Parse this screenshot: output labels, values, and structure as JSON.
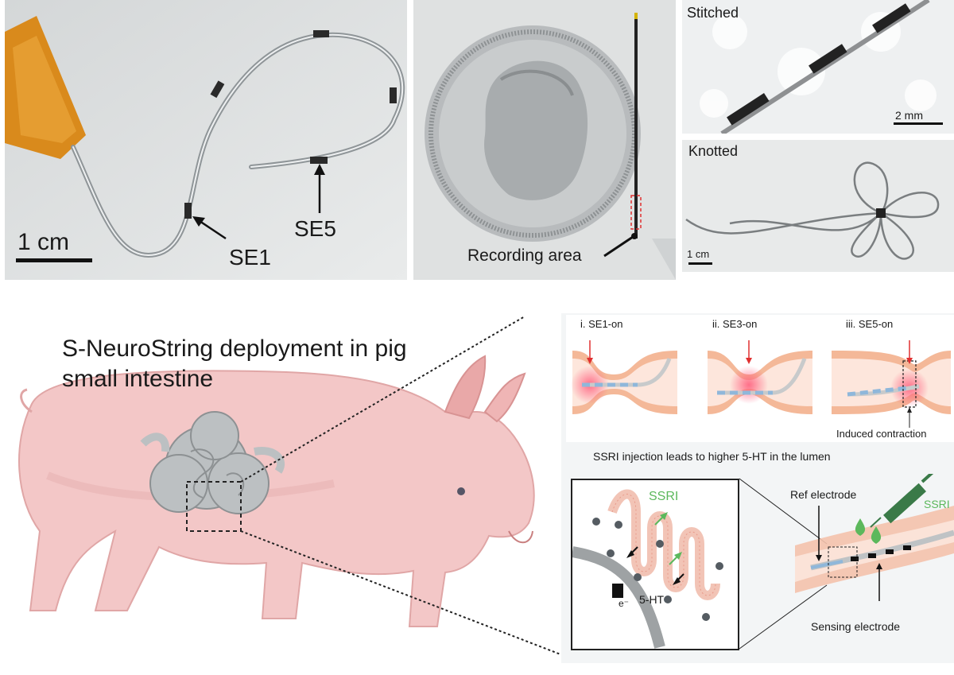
{
  "photo_a": {
    "scale_label": "1 cm",
    "se1": "SE1",
    "se5": "SE5"
  },
  "photo_b": {
    "recording_label": "Recording area"
  },
  "photo_c": {
    "stitched": "Stitched",
    "scale_label": "2 mm"
  },
  "photo_d": {
    "knotted": "Knotted",
    "scale_label": "1 cm"
  },
  "pig": {
    "title_line1": "S-NeuroString deployment in pig",
    "title_line2": "small intestine"
  },
  "contraction": {
    "steps": [
      "i. SE1-on",
      "ii. SE3-on",
      "iii. SE5-on"
    ],
    "note": "Induced contraction"
  },
  "ssri": {
    "heading": "SSRI injection leads to higher 5-HT in the lumen",
    "ssri_inset": "SSRI",
    "e_label": "e⁻",
    "ht_label": "5-HT",
    "ref_electrode": "Ref electrode",
    "ssri_syringe": "SSRI",
    "sensing_electrode": "Sensing electrode"
  }
}
